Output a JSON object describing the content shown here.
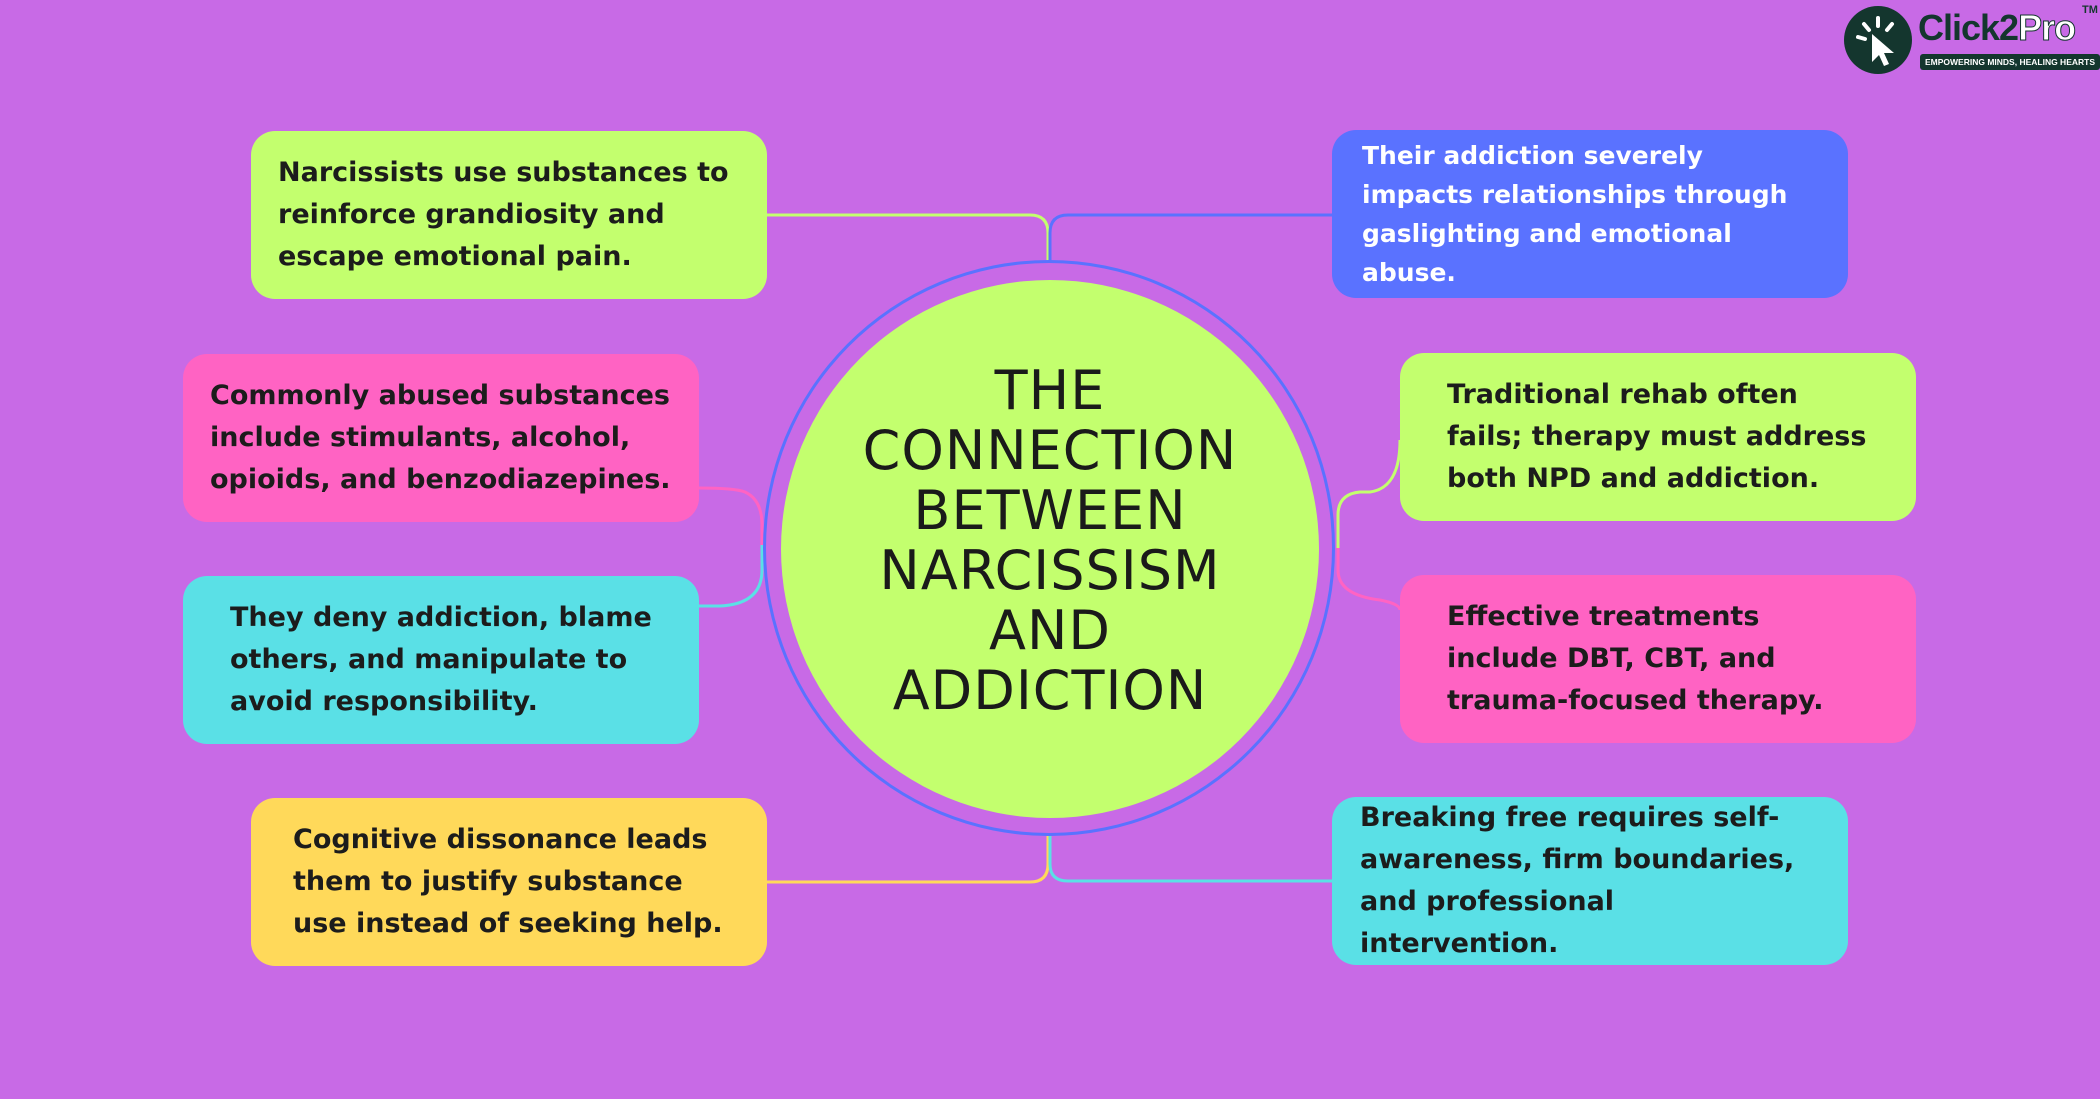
{
  "title": "THE CONNECTION BETWEEN NARCISSISM AND ADDICTION",
  "title_lines": [
    "THE",
    "CONNECTION",
    "BETWEEN",
    "NARCISSISM",
    "AND",
    "ADDICTION"
  ],
  "logo": {
    "brand_prefix": "Click2",
    "brand_suffix": "Pro",
    "trademark": "TM",
    "tagline": "EMPOWERING MINDS, HEALING HEARTS",
    "icon": "click2pro-logo-icon"
  },
  "colors": {
    "background": "#c86ae6",
    "center": "#c3ff6e",
    "ring": "#5a72ff",
    "green": "#c3ff6e",
    "blue": "#5a72ff",
    "pink": "#ff63c3",
    "cyan": "#5ae0e6",
    "yellow": "#ffd95a"
  },
  "cards": [
    {
      "text": "Narcissists use substances to reinforce grandiosity and escape emotional pain.",
      "color": "#c3ff6e",
      "text_color": "#1c1c1c"
    },
    {
      "text": "Commonly abused substances include stimulants, alcohol, opioids, and benzodiazepines.",
      "color": "#ff63c3",
      "text_color": "#1c1c1c"
    },
    {
      "text": "They deny addiction, blame others, and manipulate to avoid responsibility.",
      "color": "#5ae0e6",
      "text_color": "#1c1c1c"
    },
    {
      "text": "Cognitive dissonance leads them to justify substance use instead of seeking help.",
      "color": "#ffd95a",
      "text_color": "#1c1c1c"
    },
    {
      "text": "Their addiction severely impacts relationships through gaslighting and emotional abuse.",
      "color": "#5a72ff",
      "text_color": "#ffffff"
    },
    {
      "text": "Traditional rehab often fails; therapy must address both NPD and addiction.",
      "color": "#c3ff6e",
      "text_color": "#1c1c1c"
    },
    {
      "text": "Effective treatments include DBT, CBT, and trauma-focused therapy.",
      "color": "#ff63c3",
      "text_color": "#1c1c1c"
    },
    {
      "text": "Breaking free requires self-awareness, firm boundaries, and professional intervention.",
      "color": "#5ae0e6",
      "text_color": "#1c1c1c"
    }
  ]
}
